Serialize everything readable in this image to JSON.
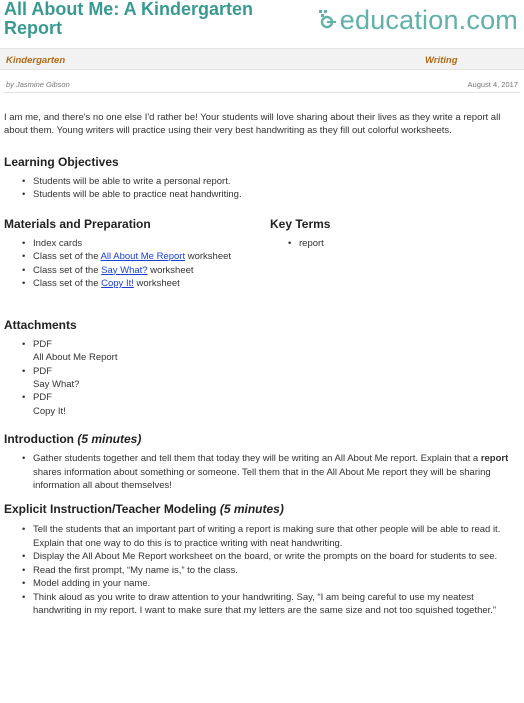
{
  "header": {
    "title": "All About Me: A Kindergarten Report",
    "logo_text": "education.com"
  },
  "meta": {
    "grade": "Kindergarten",
    "subject": "Writing",
    "byline": "by Jasmine Gibson",
    "date": "August 4, 2017"
  },
  "intro": "I am me, and there's no one else I'd rather be! Your students will love sharing about their lives as they write a report all about them. Young writers will practice using their very best handwriting as they fill out colorful worksheets.",
  "learning_objectives": {
    "heading": "Learning Objectives",
    "items": [
      "Students will be able to write a personal report.",
      "Students will be able to practice neat handwriting."
    ]
  },
  "materials": {
    "heading": "Materials and Preparation",
    "items": [
      {
        "text": "Index cards"
      },
      {
        "prefix": "Class set of the ",
        "link": "All About Me Report",
        "suffix": " worksheet"
      },
      {
        "prefix": "Class set of the ",
        "link": "Say What?",
        "suffix": " worksheet"
      },
      {
        "prefix": "Class set of the ",
        "link": "Copy It!",
        "suffix": " worksheet"
      }
    ]
  },
  "key_terms": {
    "heading": "Key Terms",
    "items": [
      "report"
    ]
  },
  "attachments": {
    "heading": "Attachments",
    "items": [
      {
        "type": "PDF",
        "name": "All About Me Report"
      },
      {
        "type": "PDF",
        "name": "Say What?"
      },
      {
        "type": "PDF",
        "name": "Copy It!"
      }
    ]
  },
  "introduction": {
    "heading": "Introduction",
    "duration": "(5 minutes)",
    "items": [
      {
        "part1": "Gather students together and tell them that today they will be writing an All About Me report. Explain that a ",
        "bold": "report",
        "part2": " shares information about something or someone. Tell them that in the All About Me report they will be sharing information all about themselves!"
      }
    ]
  },
  "explicit_instruction": {
    "heading": "Explicit Instruction/Teacher Modeling",
    "duration": "(5 minutes)",
    "items": [
      "Tell the students that an important part of writing a report is making sure that other people will be able to read it. Explain that one way to do this is to practice writing with neat handwriting.",
      "Display the All About Me Report worksheet on the board, or write the prompts on the board for students to see.",
      "Read the first prompt, “My name is,” to the class.",
      "Model adding in your name.",
      "Think aloud as you write to draw attention to your handwriting. Say, “I am being careful to use my neatest handwriting in my report. I want to make sure that my letters are the same size and not too squished together.”"
    ]
  },
  "colors": {
    "title": "#3a9a91",
    "logo": "#5fb1aa",
    "meta_accent": "#b06a1a",
    "link": "#1a3fd6"
  }
}
